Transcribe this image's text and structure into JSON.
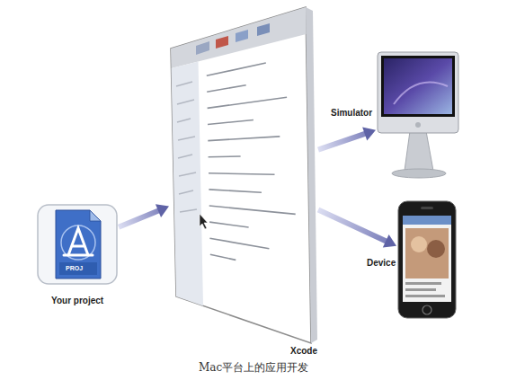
{
  "diagram": {
    "caption": "Mac平台上的应用开发",
    "nodes": [
      {
        "text": [
          "Your project"
        ]
      },
      {
        "text": [
          "Xcode"
        ]
      },
      {
        "text": [
          "Simulator"
        ]
      },
      {
        "text": [
          "Device"
        ]
      }
    ],
    "edges": [
      {
        "from": 0,
        "to": 1,
        "arrow": "to"
      },
      {
        "from": 1,
        "to": 2,
        "arrow": "to"
      },
      {
        "from": 1,
        "to": 3,
        "arrow": "to"
      }
    ],
    "labels": [
      "PROJ"
    ]
  }
}
